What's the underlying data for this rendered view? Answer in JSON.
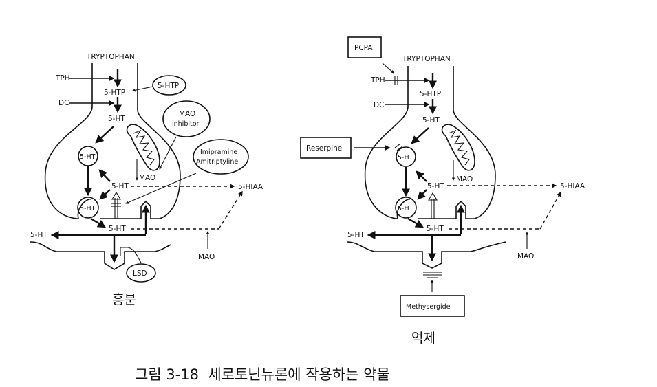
{
  "figure": {
    "caption": "그림 3-18  세로토닌뉴론에 작용하는 약물"
  },
  "left_panel": {
    "title": "흥분",
    "labels": {
      "tryptophan": "TRYPTOPHAN",
      "tph": "TPH",
      "dc": "DC",
      "htp": "5-HTP",
      "ht_synth": "5-HT",
      "vesicle_top": "5-HT",
      "vesicle_bottom": "5-HT",
      "cytosol_ht": "5-HT",
      "mao_inner": "MAO",
      "hiaa": "5-HIAA",
      "cleft_ht": "5-HT",
      "receptor_ht": "5-HT",
      "mao_outer": "MAO"
    },
    "drugs": {
      "htp_drug": "5-HTP",
      "mao_inhibitor_line1": "MAO",
      "mao_inhibitor_line2": "inhibitor",
      "tca_line1": "Imipramine",
      "tca_line2": "Amitriptyline",
      "lsd": "LSD"
    }
  },
  "right_panel": {
    "title": "억제",
    "labels": {
      "tryptophan": "TRYPTOPHAN",
      "tph": "TPH",
      "dc": "DC",
      "htp": "5-HTP",
      "ht_synth": "5-HT",
      "vesicle_top": "5-HT",
      "vesicle_bottom": "5-HT",
      "cytosol_ht": "5-HT",
      "mao_inner": "MAO",
      "hiaa": "5-HIAA",
      "cleft_ht": "5-HT",
      "receptor_ht": "5-HT",
      "mao_outer": "MAO"
    },
    "drugs": {
      "pcpa": "PCPA",
      "reserpine": "Reserpine",
      "methysergide": "Methysergide"
    }
  }
}
